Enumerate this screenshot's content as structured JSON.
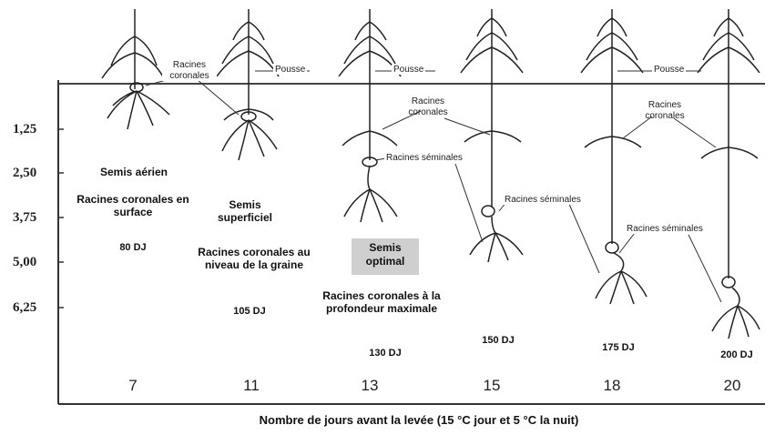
{
  "y_axis": {
    "ticks": [
      "1,25",
      "2,50",
      "3,75",
      "5,00",
      "6,25"
    ]
  },
  "x_axis": {
    "days": [
      "7",
      "11",
      "13",
      "15",
      "18",
      "20"
    ],
    "label": "Nombre de jours avant la levée (15 °C jour et 5 °C la nuit)"
  },
  "labels": {
    "pousse": "Pousse",
    "racines_coronales": "Racines coronales",
    "racines_seminales": "Racines séminales"
  },
  "stages": [
    {
      "title": "Semis aérien",
      "subtitle": "Racines coronales en surface",
      "dj": "80 DJ"
    },
    {
      "title": "Semis superficiel",
      "subtitle": "Racines coronales au niveau de la graine",
      "dj": "105 DJ"
    },
    {
      "title": "Semis optimal",
      "subtitle": "Racines coronales à la profondeur maximale",
      "dj": "130 DJ"
    },
    {
      "dj": "150 DJ"
    },
    {
      "dj": "175 DJ"
    },
    {
      "dj": "200 DJ"
    }
  ]
}
